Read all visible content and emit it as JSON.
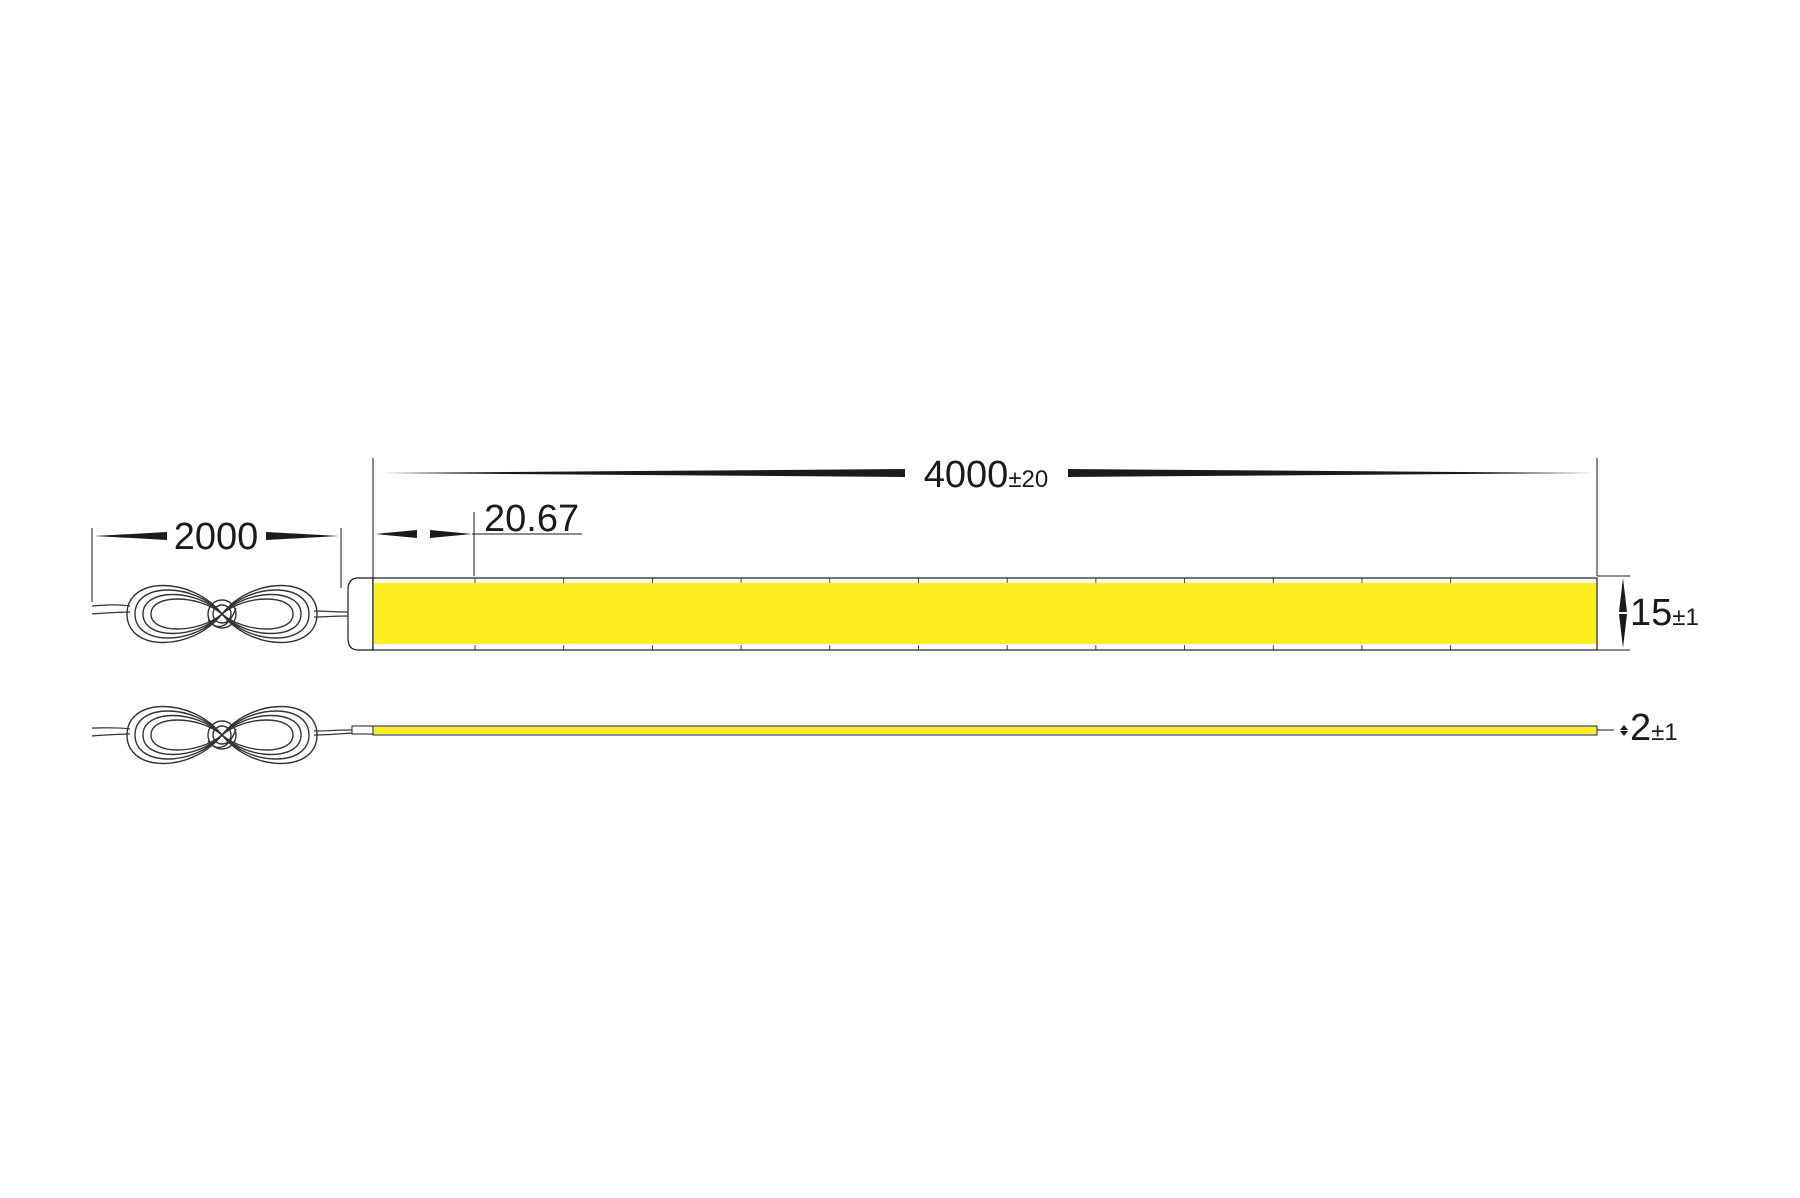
{
  "dimensions": {
    "total_length": {
      "value": "4000",
      "tolerance": "±20"
    },
    "cable_length": {
      "value": "2000"
    },
    "cut_unit": {
      "value": "20.67"
    },
    "width": {
      "value": "15",
      "tolerance": "±1"
    },
    "thickness": {
      "value": "2",
      "tolerance": "±1"
    }
  },
  "strip": {
    "segment_count": 12
  },
  "colors": {
    "led_fill": "#FCEE21",
    "line": "#1a1a1a",
    "cable": "#333333"
  }
}
